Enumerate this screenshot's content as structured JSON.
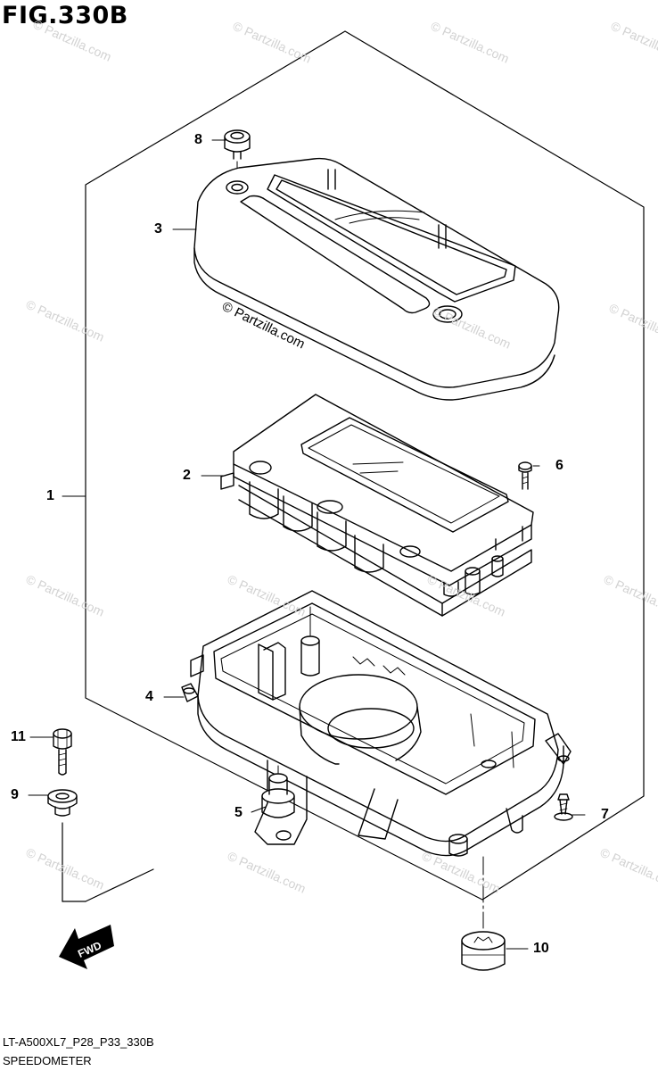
{
  "figure": {
    "title": "FIG.330B"
  },
  "callouts": [
    {
      "id": "c1",
      "label": "1"
    },
    {
      "id": "c2",
      "label": "2"
    },
    {
      "id": "c3",
      "label": "3"
    },
    {
      "id": "c4",
      "label": "4"
    },
    {
      "id": "c5",
      "label": "5"
    },
    {
      "id": "c6",
      "label": "6"
    },
    {
      "id": "c7",
      "label": "7"
    },
    {
      "id": "c8",
      "label": "8"
    },
    {
      "id": "c9",
      "label": "9"
    },
    {
      "id": "c10",
      "label": "10"
    },
    {
      "id": "c11",
      "label": "11"
    }
  ],
  "copyright_text": "© Partzilla.com",
  "watermark_text": "© Partzilla.com",
  "direction_label": "FWD",
  "footer": {
    "model_code": "LT-A500XL7_P28_P33_330B",
    "section_name": "SPEEDOMETER"
  },
  "colors": {
    "line": "#000000",
    "watermark": "#d2d2d2",
    "background": "#ffffff"
  }
}
